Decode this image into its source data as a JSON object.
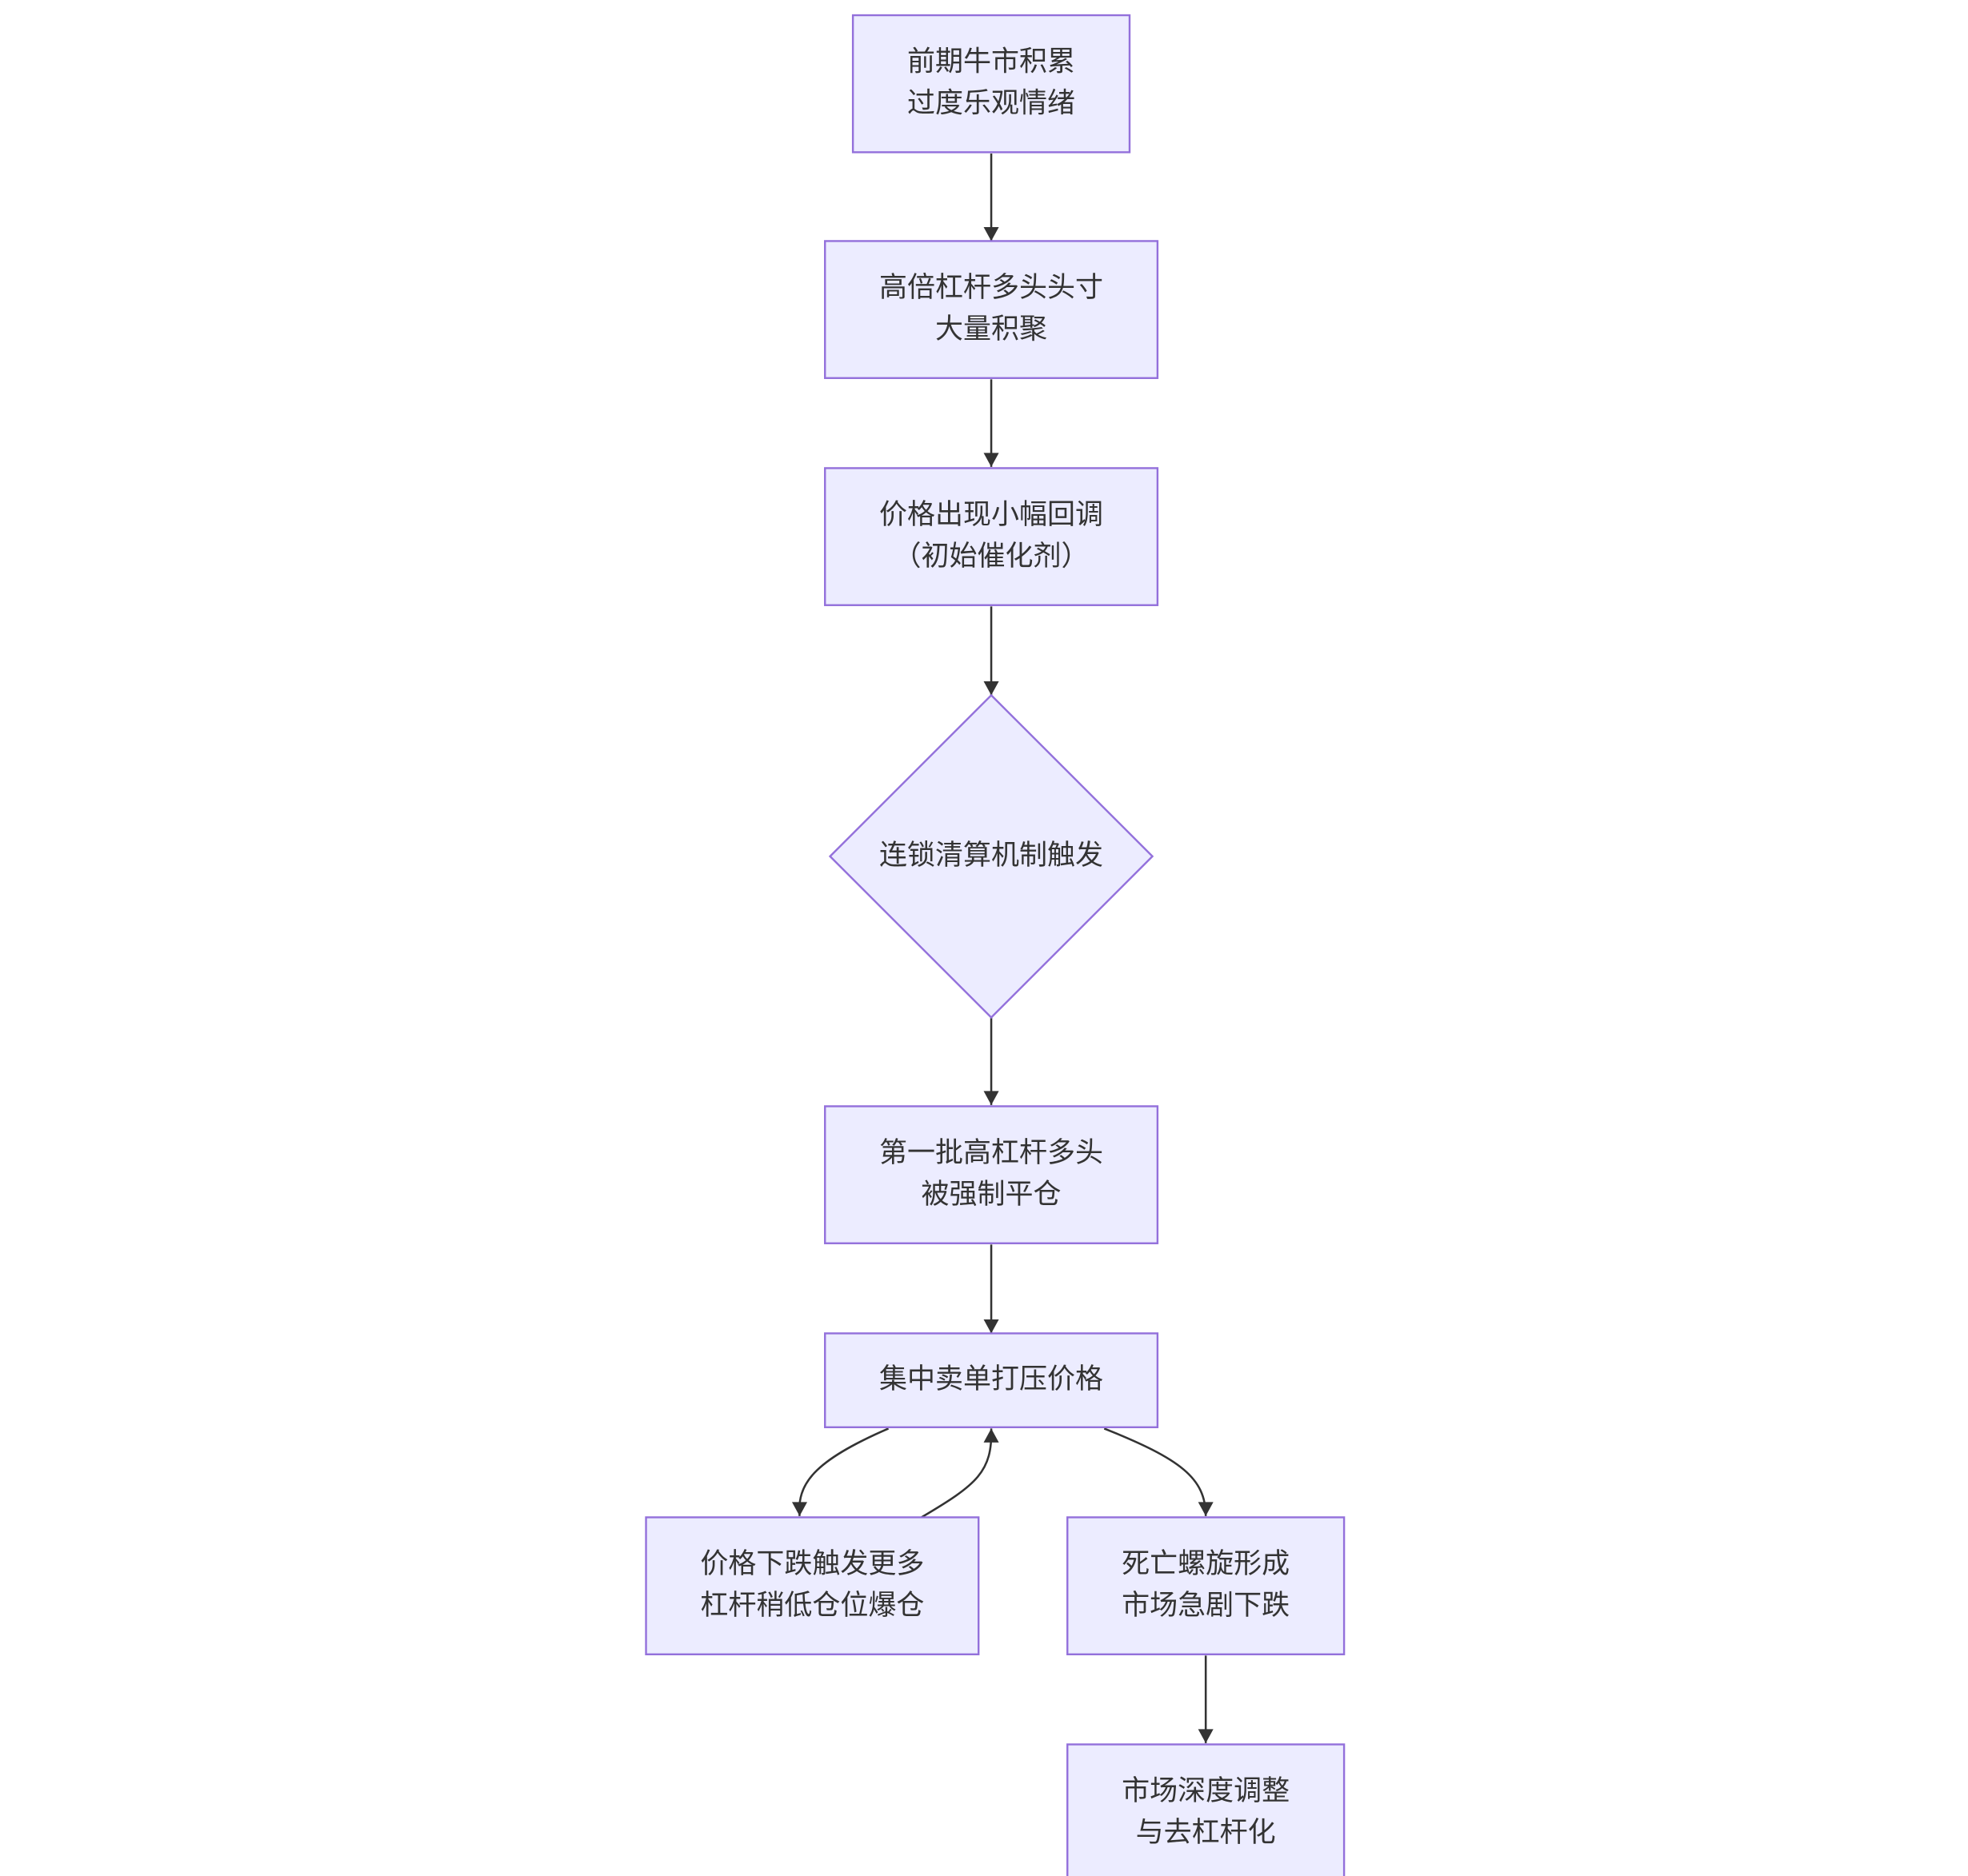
{
  "nodes": [
    {
      "id": "n1",
      "shape": "rect",
      "lines": [
        "前期牛市积累",
        "过度乐观情绪"
      ]
    },
    {
      "id": "n2",
      "shape": "rect",
      "lines": [
        "高倍杠杆多头头寸",
        "大量积聚"
      ]
    },
    {
      "id": "n3",
      "shape": "rect",
      "lines": [
        "价格出现小幅回调",
        "（初始催化剂）"
      ]
    },
    {
      "id": "n4",
      "shape": "diamond",
      "lines": [
        "连锁清算机制触发"
      ]
    },
    {
      "id": "n5",
      "shape": "rect",
      "lines": [
        "第一批高杠杆多头",
        "被强制平仓"
      ]
    },
    {
      "id": "n6",
      "shape": "rect",
      "lines": [
        "集中卖单打压价格"
      ]
    },
    {
      "id": "n7",
      "shape": "rect",
      "lines": [
        "价格下跌触发更多",
        "杠杆稍低仓位爆仓"
      ]
    },
    {
      "id": "n8",
      "shape": "rect",
      "lines": [
        "死亡螺旋形成",
        "市场急剧下跌"
      ]
    },
    {
      "id": "n9",
      "shape": "rect",
      "lines": [
        "市场深度调整",
        "与去杠杆化"
      ]
    }
  ],
  "edges": [
    {
      "from": "n1",
      "to": "n2"
    },
    {
      "from": "n2",
      "to": "n3"
    },
    {
      "from": "n3",
      "to": "n4"
    },
    {
      "from": "n4",
      "to": "n5"
    },
    {
      "from": "n5",
      "to": "n6"
    },
    {
      "from": "n6",
      "to": "n7"
    },
    {
      "from": "n7",
      "to": "n6"
    },
    {
      "from": "n6",
      "to": "n8"
    },
    {
      "from": "n8",
      "to": "n9"
    }
  ],
  "colors": {
    "node_fill": "#ececff",
    "node_stroke": "#9370db",
    "edge": "#333333",
    "text": "#333333"
  }
}
